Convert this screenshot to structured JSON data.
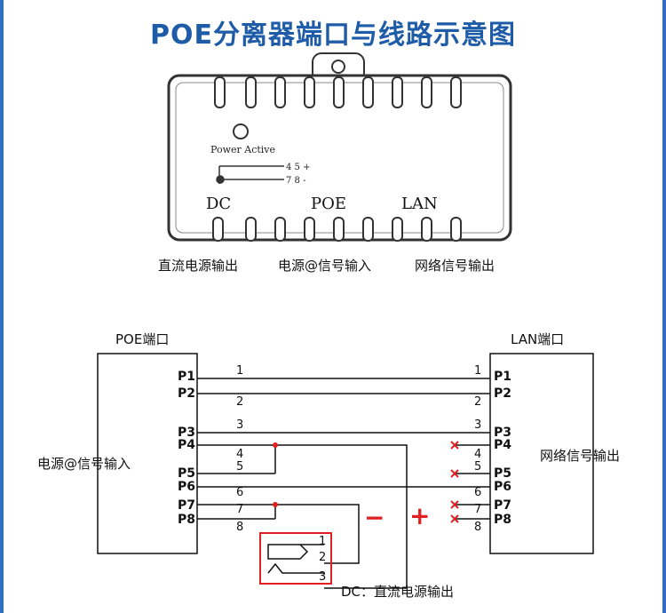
{
  "title": "POE分离器端口与线路示意图",
  "device": {
    "power_label": "Power Active",
    "pin_top": "4 5 +",
    "pin_bottom": "7 8 -",
    "port_dc": "DC",
    "port_poe": "POE",
    "port_lan": "LAN",
    "caption_dc": "直流电源输出",
    "caption_poe": "电源@信号输入",
    "caption_lan": "网络信号输出"
  },
  "diagram": {
    "left_title": "POE端口",
    "right_title": "LAN端口",
    "left_desc": "电源@信号输入",
    "right_desc": "网络信号输出",
    "left_pins": [
      "P1",
      "P2",
      "P3",
      "P4",
      "P5",
      "P6",
      "P7",
      "P8"
    ],
    "right_pins": [
      "P1",
      "P2",
      "P3",
      "P4",
      "P5",
      "P6",
      "P7",
      "P8"
    ],
    "wire_numbers": [
      "1",
      "2",
      "3",
      "4",
      "5",
      "6",
      "7",
      "8"
    ],
    "right_numbers": [
      "1",
      "2",
      "3",
      "4",
      "5",
      "6",
      "7",
      "8"
    ],
    "minus": "−",
    "plus": "+",
    "jack_numbers": [
      "1",
      "2",
      "3"
    ],
    "dc_caption": "DC：直流电源输出"
  },
  "colors": {
    "title": "#1f5ca8",
    "accent": "#e02020",
    "frame": "#2f6fc0"
  }
}
